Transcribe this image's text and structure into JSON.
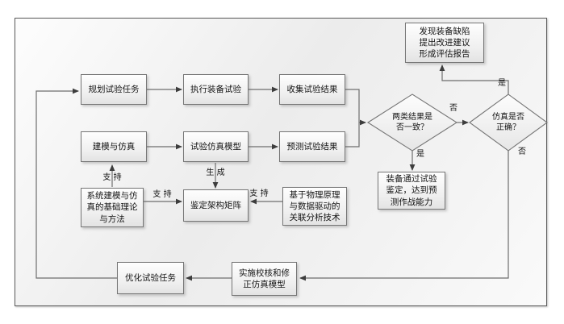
{
  "nodes": {
    "plan": {
      "label": "规划试验任务"
    },
    "execute": {
      "label": "执行装备试验"
    },
    "collect": {
      "label": "收集试验结果"
    },
    "modeling": {
      "label": "建模与仿真"
    },
    "sim_model": {
      "label": "试验仿真模型"
    },
    "predict": {
      "label": "预测试验结果"
    },
    "report": {
      "label": "发现装备缺陷\n提出改进建议\n形成评估报告"
    },
    "pass": {
      "label": "装备通过试验\n鉴定，达到预\n测作战能力"
    },
    "matrix": {
      "label": "鉴定架构矩阵"
    },
    "theory": {
      "label": "系统建模与仿\n真的基础理论\n与方法"
    },
    "analysis": {
      "label": "基于物理原理\n与数据驱动的\n关联分析技术"
    },
    "optimize": {
      "label": "优化试验任务"
    },
    "calibrate": {
      "label": "实施校核和修\n正仿真模型"
    },
    "decision_consistent": {
      "label": "两类结果是\n否一致？"
    },
    "decision_correct": {
      "label": "仿真是否\n正确？"
    }
  },
  "edge_labels": {
    "support_vertical": "支 持",
    "support_left": "支 持",
    "support_right": "支 持",
    "generate": "生 成",
    "consistent_no": "否",
    "consistent_yes": "是",
    "correct_yes": "是",
    "correct_no": "否"
  },
  "colors": {
    "line": "#6e6e6e",
    "arrow": "#3d3d3d",
    "node_border": "#767676",
    "text": "#141414"
  }
}
